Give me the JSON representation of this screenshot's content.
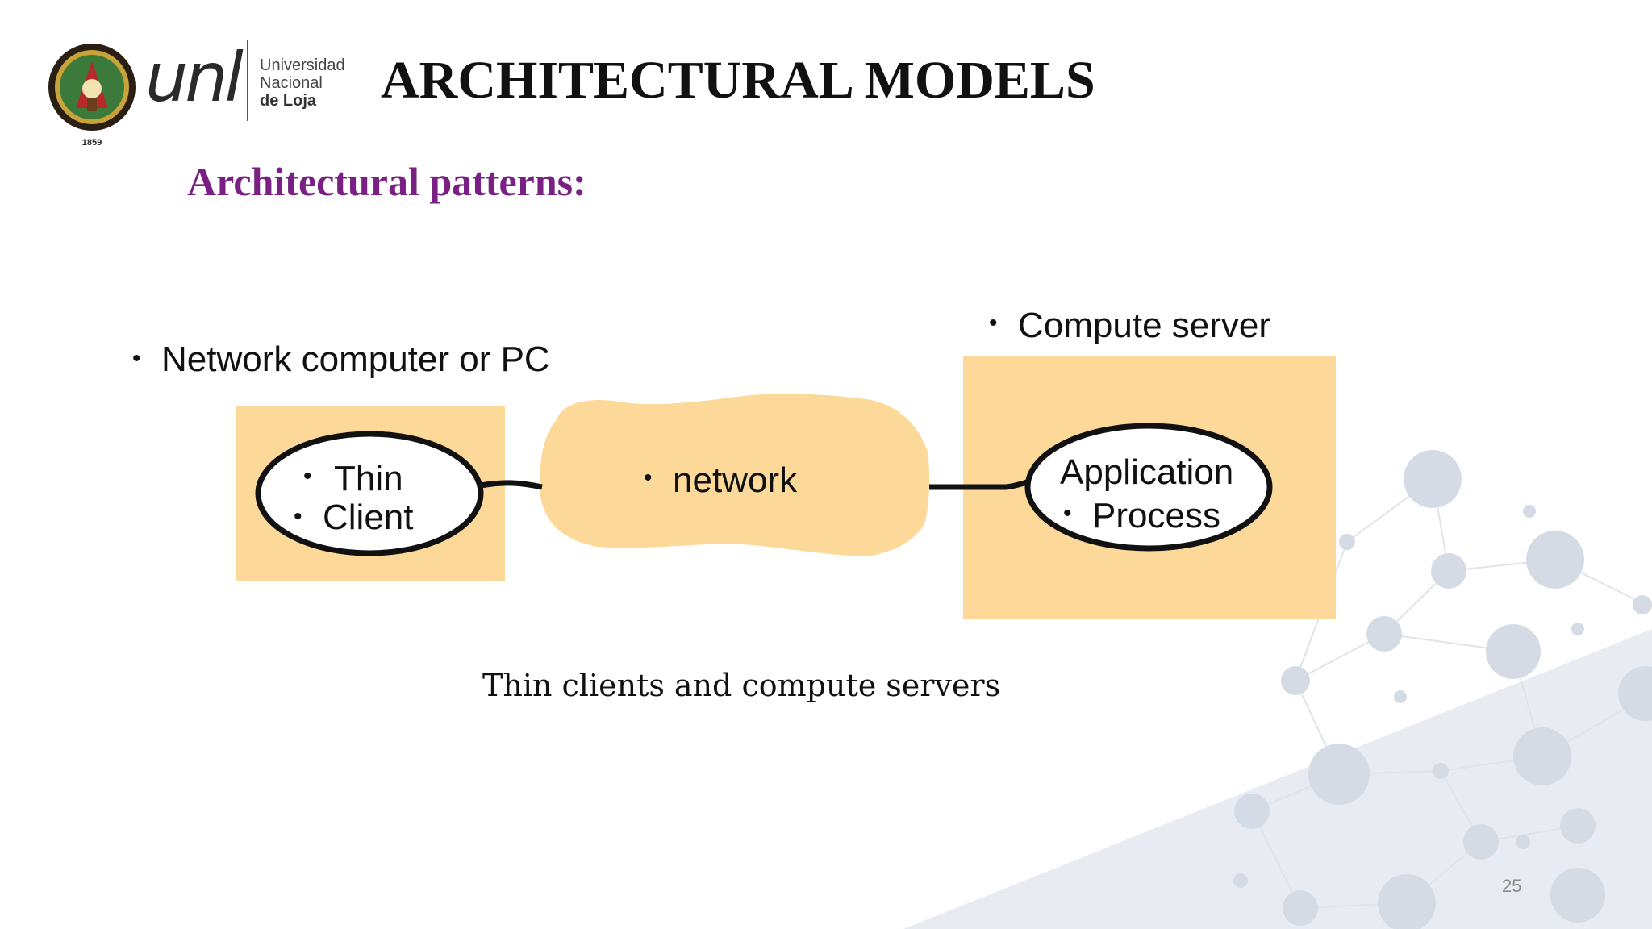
{
  "slide": {
    "title": "ARCHITECTURAL MODELS",
    "subtitle": "Architectural patterns:",
    "page_number": "25",
    "caption": "Thin clients and compute servers"
  },
  "logos": {
    "seal_year": "1859",
    "unl_mark": "unl",
    "unl_line1": "Universidad",
    "unl_line2": "Nacional",
    "unl_line3": "de Loja"
  },
  "diagram": {
    "client_box_label": "Network computer or PC",
    "client_ellipse_line1": "Thin",
    "client_ellipse_line2": "Client",
    "network_label": "network",
    "server_box_label": "Compute server",
    "server_ellipse_line1": "Application",
    "server_ellipse_line2": "Process"
  },
  "colors": {
    "box_fill": "#fcd999",
    "subtitle_purple": "#7a1f83",
    "title_black": "#111111"
  }
}
